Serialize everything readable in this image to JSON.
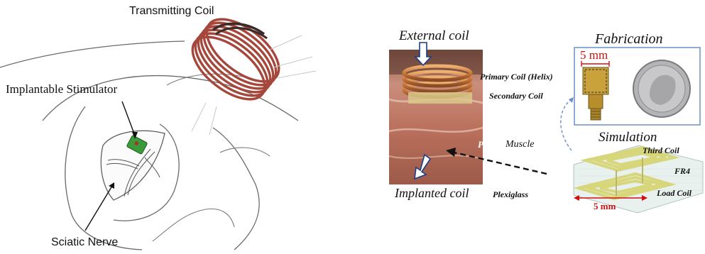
{
  "left_panel": {
    "transmitting_coil": "Transmitting Coil",
    "implantable_stimulator": "Implantable Stimulator",
    "sciatic_nerve": "Sciatic Nerve"
  },
  "photo_panel": {
    "external_coil": "External coil",
    "primary_coil": "Primary Coil (Helix)",
    "secondary_coil": "Secondary Coil",
    "pork": "Pork",
    "muscle": "Muscle",
    "implanted_coil": "Implanted coil",
    "plexiglass": "Plexiglass"
  },
  "fabrication_panel": {
    "title": "Fabrication",
    "scale": "5 mm"
  },
  "simulation_panel": {
    "title": "Simulation",
    "third_coil": "Third Coil",
    "fr4": "FR4",
    "load_coil": "Load Coil",
    "scale": "5 mm"
  },
  "colors": {
    "coil_copper": "#a6473b",
    "coil_dark": "#3a2a28",
    "meat": "#c98e7c",
    "copper_photo": "#d08a4a",
    "board_green": "#3d9a3a",
    "frame_blue": "#6a8fc8",
    "sim_yellow": "#d8d67a",
    "scale_red": "#d01010"
  }
}
